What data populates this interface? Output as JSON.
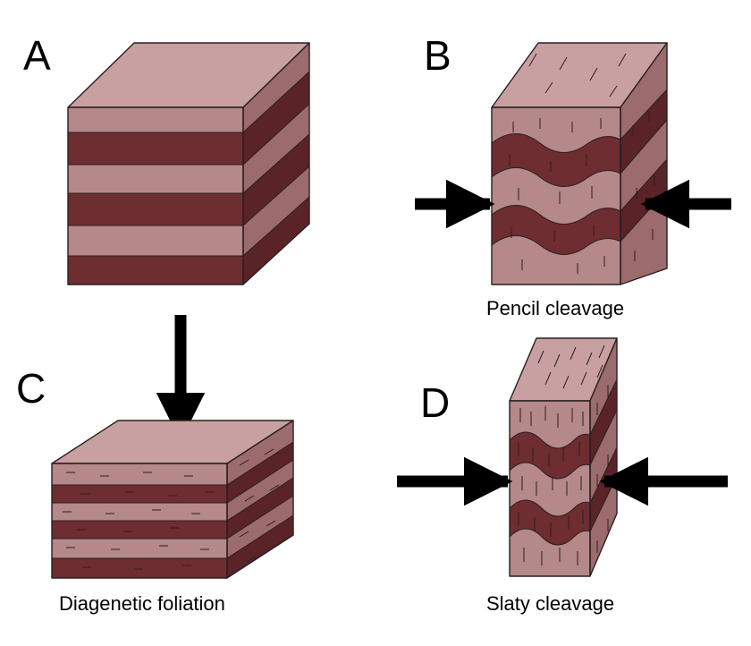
{
  "panels": {
    "a": {
      "letter": "A",
      "caption": ""
    },
    "b": {
      "letter": "B",
      "caption": "Pencil cleavage"
    },
    "c": {
      "letter": "C",
      "caption": "Diagenetic foliation"
    },
    "d": {
      "letter": "D",
      "caption": "Slaty cleavage"
    }
  },
  "colors": {
    "light_layer": "#b58889",
    "dark_layer": "#6e2d31",
    "light_side": "#9c6b6d",
    "dark_side": "#5a2328",
    "top_face": "#c9a0a2",
    "arrow": "#000000",
    "outline": "#2a1f20"
  },
  "icons": {
    "compression_arrow": "arrow-icon",
    "cleavage_marks": "short-line-ticks"
  }
}
